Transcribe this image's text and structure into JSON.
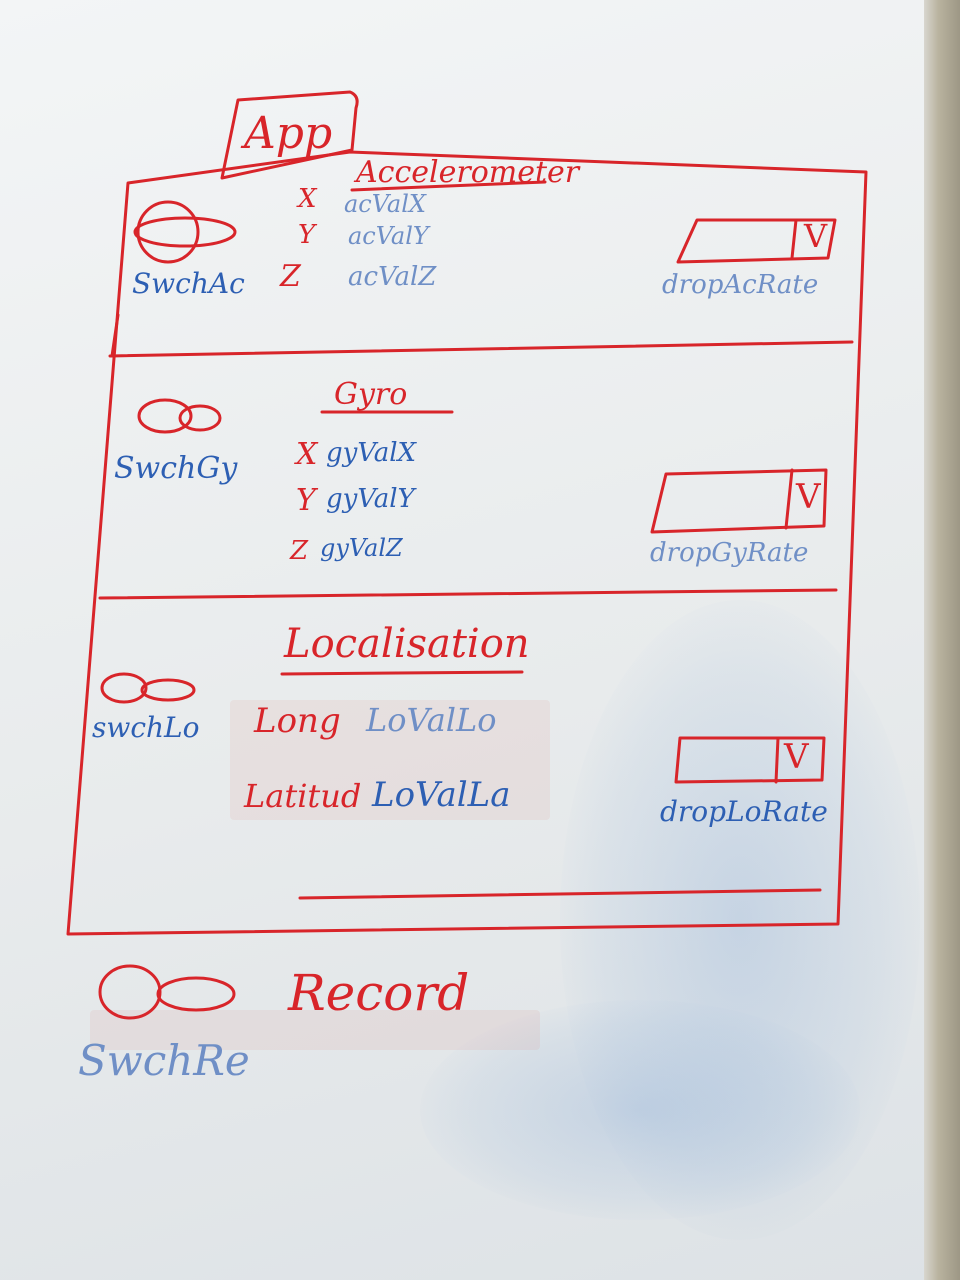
{
  "app_tab": {
    "label": "App"
  },
  "sections": {
    "accelerometer": {
      "title": "Accelerometer",
      "switch_label": "SwchAc",
      "axes": [
        {
          "axis": "X",
          "value": "acValX"
        },
        {
          "axis": "Y",
          "value": "acValY"
        },
        {
          "axis": "Z",
          "value": "acValZ"
        }
      ],
      "dropdown_glyph": "V",
      "dropdown_label": "dropAcRate"
    },
    "gyro": {
      "title": "Gyro",
      "switch_label": "SwchGy",
      "axes": [
        {
          "axis": "X",
          "value": "gyValX"
        },
        {
          "axis": "Y",
          "value": "gyValY"
        },
        {
          "axis": "Z",
          "value": "gyValZ"
        }
      ],
      "dropdown_glyph": "V",
      "dropdown_label": "dropGyRate"
    },
    "localization": {
      "title": "Localisation",
      "switch_label": "swchLo",
      "rows": [
        {
          "label": "Long",
          "value": "LoValLo"
        },
        {
          "label": "Latitud",
          "value": "LoValLa"
        }
      ],
      "dropdown_glyph": "V",
      "dropdown_label": "dropLoRate"
    }
  },
  "record": {
    "label": "Record",
    "switch_label": "SwchRe"
  },
  "colors": {
    "marker_red": "#d8252a",
    "marker_blue": "#2d5fb3",
    "board": "#eef0f1"
  }
}
